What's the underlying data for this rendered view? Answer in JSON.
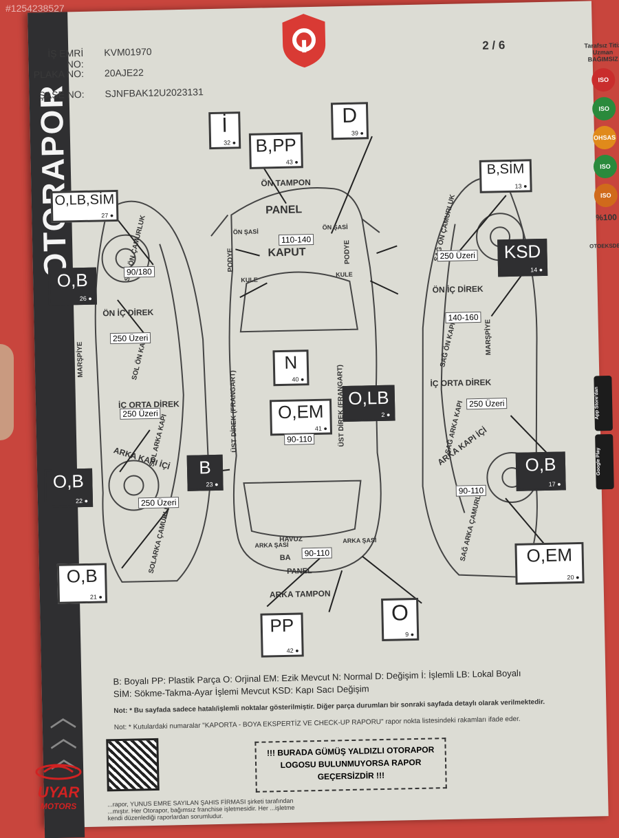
{
  "watermark": "#1254238527",
  "brand": {
    "side": "OTORAPOR",
    "shield_letter": "O"
  },
  "header": {
    "work_order_label": "İŞ EMRİ NO:",
    "work_order": "KVM01970",
    "plate_label": "PLAKA NO:",
    "plate": "20AJE22",
    "chassis_label": "ŞASE NO:",
    "chassis": "SJNFBAK12U2023131",
    "page": "2 / 6"
  },
  "boxes": {
    "i": {
      "code": "İ",
      "n": "32 ●"
    },
    "d": {
      "code": "D",
      "n": "39 ●"
    },
    "bpp": {
      "code": "B,PP",
      "n": "43 ●"
    },
    "olbsim": {
      "code": "O,LB,SİM",
      "n": "27 ●"
    },
    "bsim": {
      "code": "B,SİM",
      "n": "13 ●"
    },
    "ob_left_top": {
      "code": "O,B",
      "n": "26 ●"
    },
    "ksd": {
      "code": "KSD",
      "n": "14 ●"
    },
    "n": {
      "code": "N",
      "n": "40 ●"
    },
    "oem_center": {
      "code": "O,EM",
      "n": "41 ●"
    },
    "olb": {
      "code": "O,LB",
      "n": "2 ●"
    },
    "b_mid": {
      "code": "B",
      "n": "23 ●"
    },
    "ob_left_mid": {
      "code": "O,B",
      "n": "22 ●"
    },
    "ob_right_mid": {
      "code": "O,B",
      "n": "17 ●"
    },
    "ob_left_bot": {
      "code": "O,B",
      "n": "21 ●"
    },
    "oem_right": {
      "code": "O,EM",
      "n": "20 ●"
    },
    "pp": {
      "code": "PP",
      "n": "42 ●"
    },
    "o_bot": {
      "code": "O",
      "n": "9 ●"
    }
  },
  "labels": {
    "on_tampon": "ÖN TAMPON",
    "panel_top": "PANEL",
    "kaput": "KAPUT",
    "on_sasi": "ÖN ŞASİ",
    "podye": "PODYE",
    "kule": "KULE",
    "on_ic_direk": "ÖN İÇ DİREK",
    "ic_orta_direk": "İÇ ORTA DİREK",
    "arka_kapi_ici": "ARKA KAPI İÇİ",
    "ust_direk": "ÜST DİREK (FRANGART)",
    "havuz": "HAVUZ",
    "arka_sasi": "ARKA ŞASİ",
    "panel_bot": "PANEL",
    "arka_tampon": "ARKA TAMPON",
    "ba": "BA",
    "sol_on_camurluk": "SOL ÖN ÇAMURLUK",
    "sol_on_kapi": "SOL ÖN KAPI",
    "sol_arka_kapi": "SOL ARKA KAPI",
    "sol_arka_camurluk": "SOLARKA ÇAMURLUK",
    "sag_on_camurluk": "SAĞ ÖN ÇAMURLUK",
    "sag_on_kapi": "SAĞ ÖN KAPI",
    "sag_arka_kapi": "SAĞ ARKA KAPI",
    "sag_arka_camurluk": "SAĞ ARKA ÇAMURLUK",
    "marspiye": "MARŞPİYE"
  },
  "values": {
    "kaput": "110-140",
    "sol_on_camurluk": "90/180",
    "sol_on_kapi": "250 Üzeri",
    "sol_arka_kapi": "250 Üzeri",
    "sol_arka_camurluk": "250 Üzeri",
    "tavan": "90-110",
    "bagaj": "90-110",
    "sag_on_camurluk": "250 Üzeri",
    "sag_on_kapi": "140-160",
    "sag_arka_kapi": "250 Üzeri",
    "sag_arka_camurluk": "90-110"
  },
  "legend": {
    "line1": "B: Boyalı PP: Plastik Parça O: Orjinal EM: Ezik Mevcut N: Normal D: Değişim İ: İşlemli LB: Lokal Boyalı",
    "line2": "SİM: Sökme-Takma-Ayar İşlemi Mevcut KSD: Kapı Sacı Değişim"
  },
  "notes": {
    "note1": "Not: * Bu sayfada sadece hatalı/işlemli noktalar gösterilmiştir. Diğer parça durumları bir sonraki sayfada detaylı olarak verilmektedir.",
    "note2": "Not: * Kutulardaki numaralar \"KAPORTA - BOYA EKSPERTİZ VE CHECK-UP RAPORU\" rapor nokta listesindeki rakamları ifade eder."
  },
  "warning": "!!! BURADA GÜMÜŞ YALDIZLI OTORAPOR LOGOSU BULUNMUYORSA RAPOR GEÇERSİZDİR !!!",
  "footer": "...rapor, YUNUS EMRE SAYILAN ŞAHIS FİRMASI şirketi tarafından ...mıştır. Her Otorapor, bağımsız franchise işletmesidir. Her ...işletme kendi düzenlediği raporlardan sorumludur.",
  "badges": {
    "tagline": "Tarafsız Titiz Uzman",
    "bagimsiz": "BAĞIMSIZ",
    "iso1": "ISO",
    "iso2": "ISO",
    "ohsas": "OHSAS",
    "iso3": "ISO",
    "iso4": "ISO",
    "percent": "%100",
    "otoeksder": "OTOEKSDER",
    "app_store": "App Store'dan",
    "google_play": "Google Play"
  },
  "dealer": {
    "name": "UYAR",
    "sub": "MOTORS"
  },
  "colors": {
    "background_red": "#c8453d",
    "paper": "#dcdcd4",
    "dark_box": "#2f2f31",
    "brand_red": "#d12222"
  }
}
